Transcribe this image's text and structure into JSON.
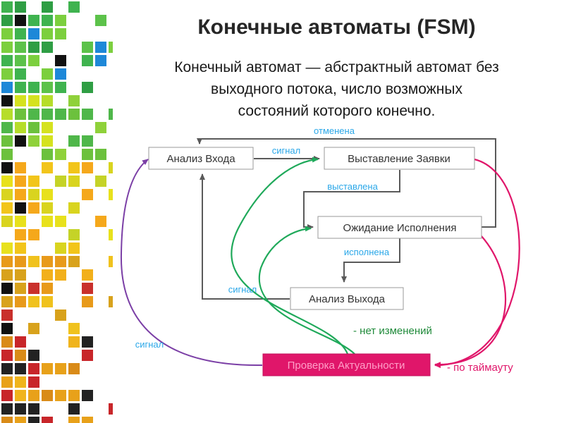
{
  "slide": {
    "title": "Конечные автоматы (FSM)",
    "subtitle_lines": [
      "Конечный автомат — абстрактный автомат без",
      "выходного потока, число возможных",
      "состояний которого конечно."
    ]
  },
  "diagram": {
    "nodes": {
      "input": "Анализ Входа",
      "order": "Выставление Заявки",
      "waiting": "Ожидание Исполнения",
      "output": "Анализ Выхода",
      "check": "Проверка Актуальности"
    },
    "edges": {
      "cancelled": "отменена",
      "signal_top": "сигнал",
      "placed": "выставлена",
      "executed": "исполнена",
      "signal_mid": "сигнал",
      "signal_left": "сигнал",
      "no_change": "- нет изменений",
      "timeout": "- по таймауту"
    },
    "colors": {
      "gray_arrow": "#5a5a5a",
      "green_arrow": "#1fa95a",
      "purple_arrow": "#7b3fa6",
      "red_arrow": "#e0166a",
      "blue_label": "#2aa7e8",
      "green_label": "#1f8a3a",
      "red_label": "#e0166a"
    }
  }
}
